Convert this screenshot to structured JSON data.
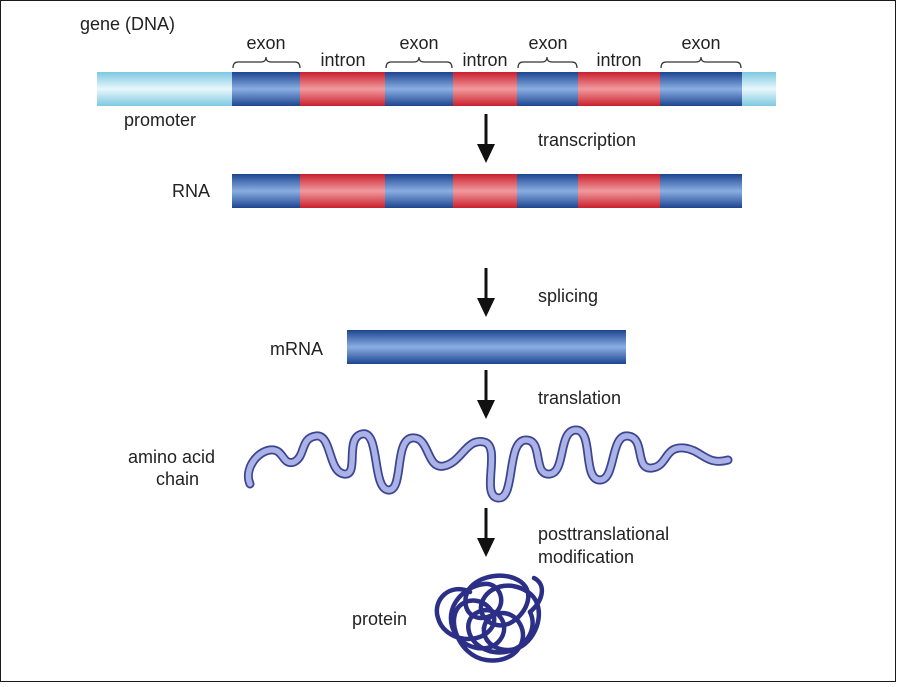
{
  "labels": {
    "gene": "gene (DNA)",
    "promoter": "promoter",
    "rna": "RNA",
    "mrna": "mRNA",
    "amino_line1": "amino acid",
    "amino_line2": "chain",
    "protein": "protein"
  },
  "segments": {
    "exon": "exon",
    "intron": "intron"
  },
  "steps": {
    "transcription": "transcription",
    "splicing": "splicing",
    "translation": "translation",
    "ptm_line1": "posttranslational",
    "ptm_line2": "modification"
  },
  "colors": {
    "exon": "#2f5da8",
    "intron": "#d9353f",
    "promoter": "#8fd3e8",
    "chain": "#9aa3de",
    "protein": "#2b2f86",
    "arrow": "#111111"
  }
}
